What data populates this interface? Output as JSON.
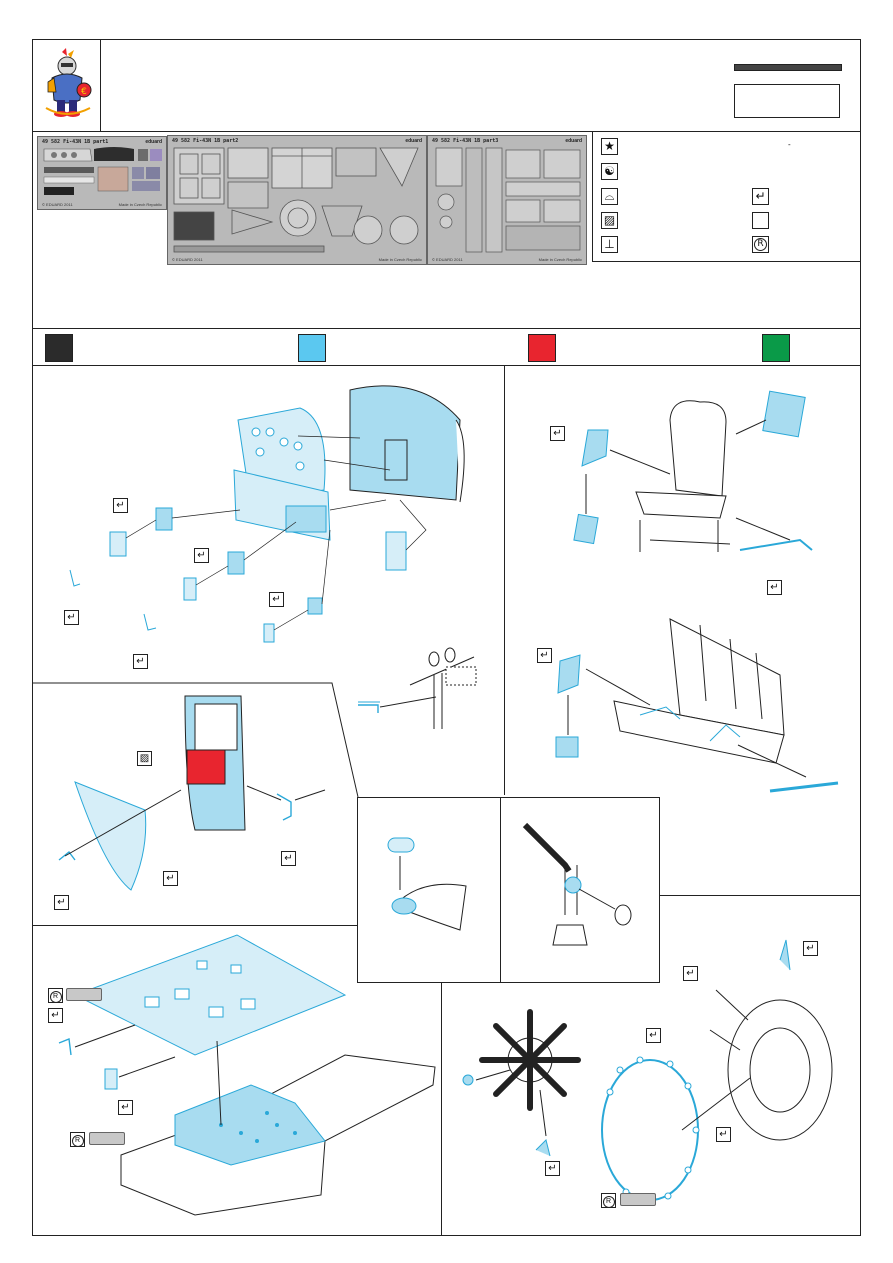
{
  "sheet": {
    "fret_1": {
      "header": "49 582  Fi-43N  1B  part1",
      "brand": "eduard",
      "footer": "© EDUARD 2011",
      "made": "Made in Czech Republic"
    },
    "fret_2": {
      "header": "49 582  Fi-43N  1B  part2",
      "brand": "eduard",
      "footer": "© EDUARD 2011",
      "made": "Made in Czech Republic"
    },
    "fret_3": {
      "header": "49 582  Fi-43N  1B  part3",
      "brand": "eduard",
      "footer": "© EDUARD 2011",
      "made": "Made in Czech Republic"
    },
    "legend_dash": "-",
    "icons": {
      "star": "star-icon",
      "yin_yang": "yin-yang-icon",
      "fold": "fold-icon",
      "glue": "glue-icon",
      "drill": "drill-icon",
      "bend": "bend-arrow-icon",
      "blank": "empty-box-icon",
      "r_symbol": "R"
    },
    "color_swatches": [
      "#2b2b2b",
      "#5bc8f0",
      "#e8252f",
      "#0a9a48"
    ],
    "colors": {
      "part_blue": "#a8dcf0",
      "stroke_blue": "#2aa8d8",
      "red": "#e8252f"
    }
  }
}
